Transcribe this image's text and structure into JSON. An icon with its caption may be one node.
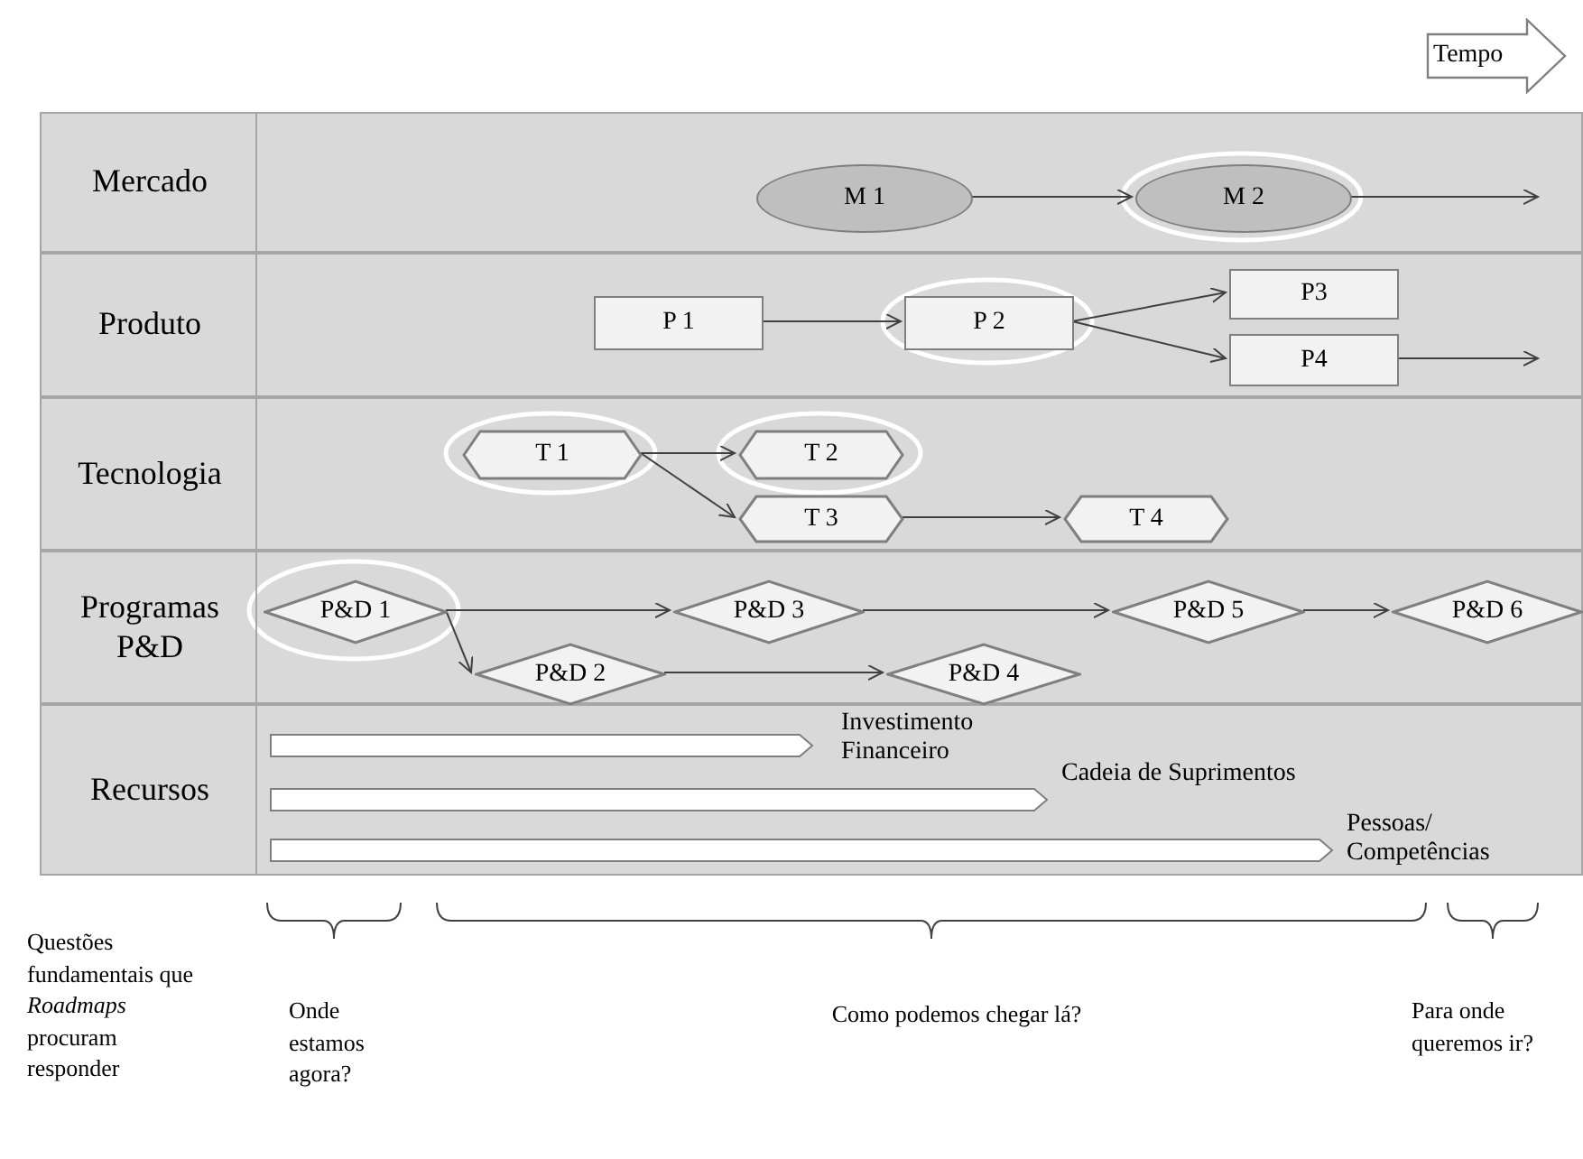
{
  "diagram": {
    "nodes": [
      {
        "text": [
          "Mercado"
        ]
      },
      {
        "text": [
          "M 1"
        ],
        "in": 0
      },
      {
        "text": [
          "M 2"
        ],
        "in": 0
      },
      {
        "text": [
          "Produto"
        ]
      },
      {
        "text": [
          "P 1"
        ],
        "in": 3
      },
      {
        "text": [
          "P 2"
        ],
        "in": 3
      },
      {
        "text": [
          "P3"
        ],
        "in": 3
      },
      {
        "text": [
          "P4"
        ],
        "in": 3
      },
      {
        "text": [
          "Tecnologia"
        ]
      },
      {
        "text": [
          "T 1"
        ],
        "in": 8
      },
      {
        "text": [
          "T 2"
        ],
        "in": 8
      },
      {
        "text": [
          "T 3"
        ],
        "in": 8
      },
      {
        "text": [
          "T 4"
        ],
        "in": 8
      },
      {
        "text": [
          "Programas P&D"
        ]
      },
      {
        "text": [
          "P&D 1"
        ],
        "in": 13
      },
      {
        "text": [
          "P&D 2"
        ],
        "in": 13
      },
      {
        "text": [
          "P&D 3"
        ],
        "in": 13
      },
      {
        "text": [
          "P&D 4"
        ],
        "in": 13
      },
      {
        "text": [
          "P&D 5"
        ],
        "in": 13
      },
      {
        "text": [
          "P&D 6"
        ],
        "in": 13
      },
      {
        "text": [
          "Recursos"
        ]
      },
      {
        "text": [],
        "shape": "bar",
        "in": 20
      },
      {
        "text": [],
        "shape": "bar",
        "in": 20
      },
      {
        "text": [],
        "shape": "bar",
        "in": 20
      },
      {
        "text": [
          "Tempo"
        ]
      }
    ],
    "edges": [
      {
        "from": 1,
        "to": 2,
        "arrow": "to"
      },
      {
        "from": 2,
        "to": null,
        "arrow": "to"
      },
      {
        "from": 4,
        "to": 5,
        "arrow": "to"
      },
      {
        "from": 5,
        "to": 6,
        "arrow": "to"
      },
      {
        "from": 5,
        "to": 7,
        "arrow": "to"
      },
      {
        "from": 7,
        "to": null,
        "arrow": "to"
      },
      {
        "from": 9,
        "to": 10,
        "arrow": "to"
      },
      {
        "from": 9,
        "to": 11,
        "arrow": "to"
      },
      {
        "from": 11,
        "to": 12,
        "arrow": "to"
      },
      {
        "from": 14,
        "to": 16,
        "arrow": "to"
      },
      {
        "from": 14,
        "to": 15,
        "arrow": "to"
      },
      {
        "from": 16,
        "to": 18,
        "arrow": "to"
      },
      {
        "from": 18,
        "to": 19,
        "arrow": "to"
      },
      {
        "from": 15,
        "to": 17,
        "arrow": "to"
      }
    ],
    "labels": [
      "Investimento Financeiro",
      "Cadeia de Suprimentos",
      "Pessoas/ Competências",
      "Questões fundamentais que *Roadmaps* procuram responder",
      "Onde estamos agora?",
      "Como podemos chegar lá?",
      "Para onde queremos ir?"
    ]
  }
}
